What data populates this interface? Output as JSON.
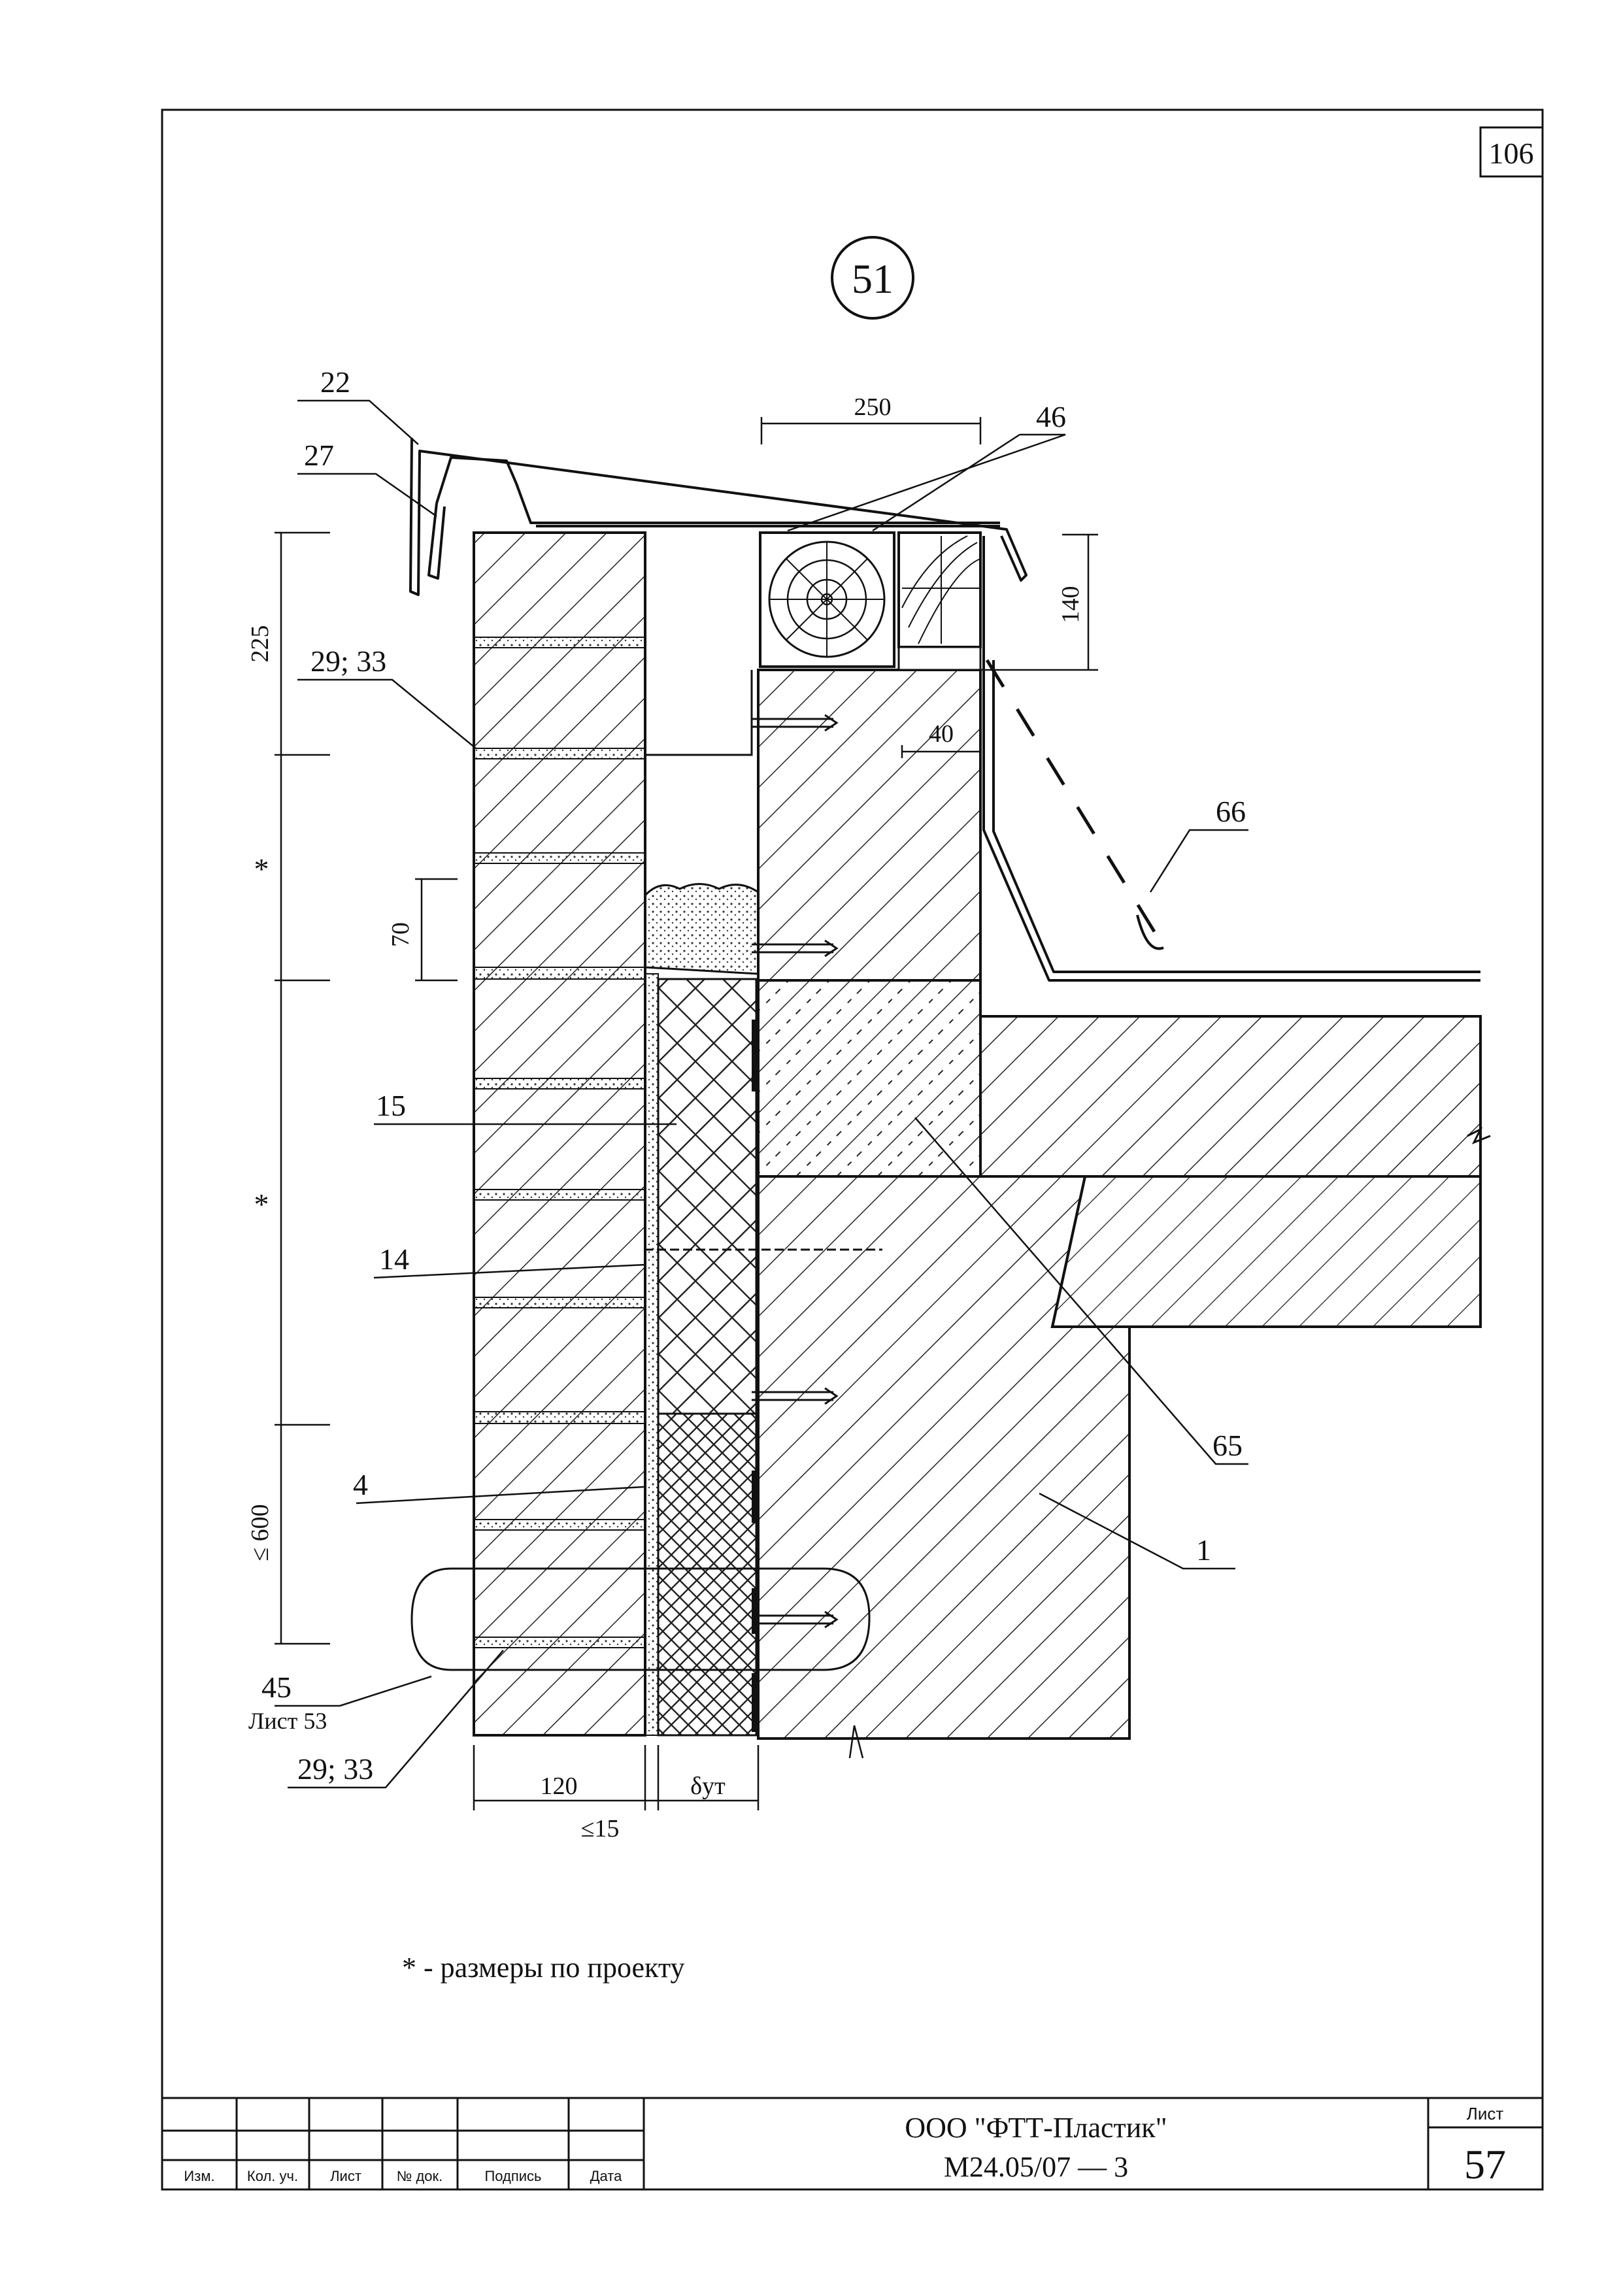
{
  "sheet": {
    "corner_number": "106",
    "node_number": "51",
    "note": "* - размеры по проекту"
  },
  "dimensions": {
    "d250": "250",
    "d140": "140",
    "d40": "40",
    "d225": "225",
    "star1": "*",
    "d70": "70",
    "star2": "*",
    "d600": "≤ 600",
    "d120": "120",
    "d15": "≤15",
    "dyt": "δут"
  },
  "callouts": {
    "c22": "22",
    "c27": "27",
    "c2933a": "29; 33",
    "c46": "46",
    "c66": "66",
    "c15": "15",
    "c14": "14",
    "c65": "65",
    "c4": "4",
    "c1": "1",
    "c45": "45",
    "c45sheet": "Лист 53",
    "c2933b": "29; 33"
  },
  "title_block": {
    "col_izm": "Изм.",
    "col_kol": "Кол. уч.",
    "col_list": "Лист",
    "col_doc": "№ док.",
    "col_sign": "Подпись",
    "col_date": "Дата",
    "company": "ООО \"ФТТ-Пластик\"",
    "code": "М24.05/07 — 3",
    "sheet_label": "Лист",
    "sheet_no": "57"
  }
}
